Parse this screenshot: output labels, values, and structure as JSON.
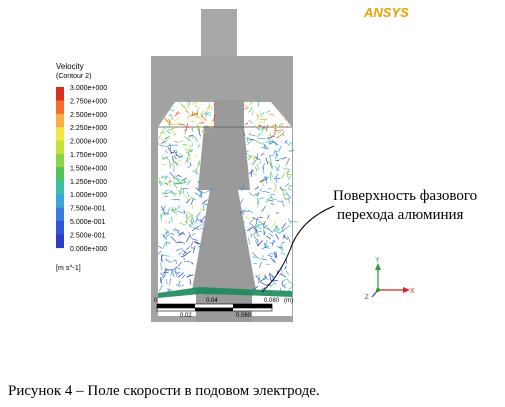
{
  "logo": "ANSYS",
  "legend": {
    "title": "Velocity",
    "subtitle": "(Contour 2)",
    "unit": "[m s^-1]",
    "labels": [
      "3.000e+000",
      "2.750e+000",
      "2.500e+000",
      "2.250e+000",
      "2.000e+000",
      "1.750e+000",
      "1.500e+000",
      "1.250e+000",
      "1.000e+000",
      "7.500e-001",
      "5.000e-001",
      "2.500e-001",
      "0.000e+000"
    ],
    "colors": [
      "#d7301f",
      "#f46d2a",
      "#fdae45",
      "#f4e542",
      "#c6e23a",
      "#8cd447",
      "#4fc45a",
      "#3cc2a3",
      "#3aa6d9",
      "#3a7be0",
      "#2f56d6",
      "#2a3bc5",
      "#1f1fb5"
    ]
  },
  "annotation": {
    "line1": "Поверхность фазового",
    "line2": "перехода алюминия"
  },
  "scale": {
    "top_labels": [
      "0",
      "0.04",
      "0.080",
      "(m)"
    ],
    "bottom_labels": [
      "0.02",
      "0.060"
    ]
  },
  "axes": {
    "y": "Y",
    "x": "X",
    "z": "Z"
  },
  "caption": "Рисунок 4   – Поле скорости в подовом электроде."
}
